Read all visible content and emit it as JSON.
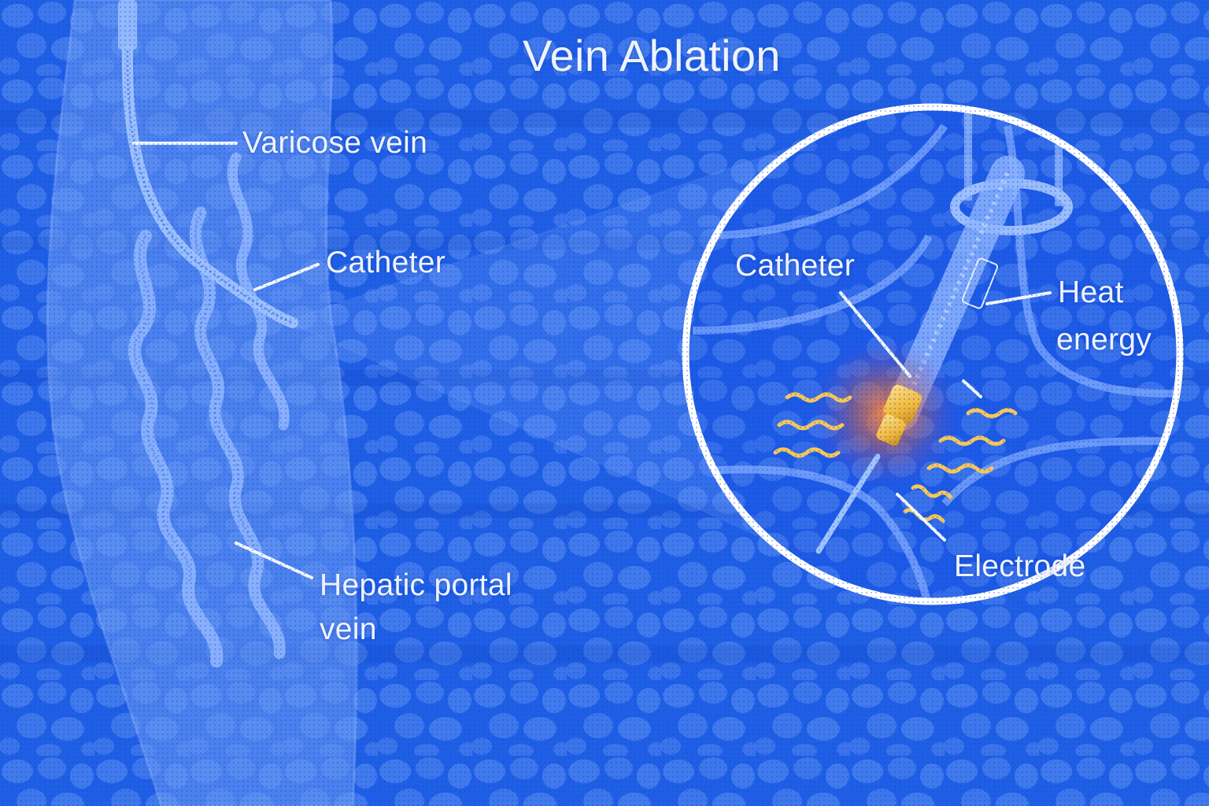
{
  "title": "Vein Ablation",
  "labels": {
    "varicose_vein": "Varicose vein",
    "catheter_leg": "Catheter",
    "hepatic_portal_vein_line1": "Hepatic portal",
    "hepatic_portal_vein_line2": "vein",
    "catheter_inset": "Catheter",
    "heat_energy_line1": "Heat",
    "heat_energy_line2": "energy",
    "electrode": "Electrode"
  },
  "colors": {
    "background": "#1f5fe6",
    "cell": "#5d8ff2",
    "leg": "#6f9df5",
    "label_text": "#eef3ff",
    "inset_ring": "#ffffff",
    "heat_wave": "#f5c85a",
    "electrode_tip": "#f2b93a"
  }
}
